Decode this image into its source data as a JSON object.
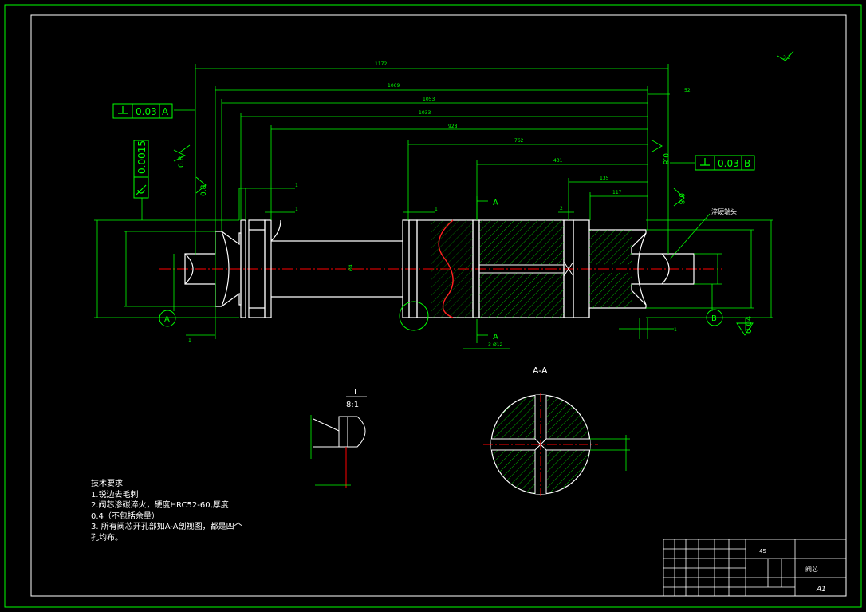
{
  "drawing": {
    "section_label": "A-A",
    "detail_marker": "I",
    "detail_title": "I",
    "detail_scale": "8:1",
    "datum_a": "A",
    "datum_b": "B",
    "section_arrow_label": "A"
  },
  "dimensions": {
    "overall": "1172",
    "d2": "1069",
    "d3": "1053",
    "d4": "1033",
    "d5": "928",
    "d6": "762",
    "d7": "431",
    "d8": "135",
    "d9": "117",
    "right_len": "52",
    "holes": "3-Ø12",
    "step_1": "1",
    "step_2": "2",
    "roughness_08": "0.8",
    "roughness_32": "3.2",
    "d_center": "Ø4",
    "callout": "淬硬端头"
  },
  "tolerances": {
    "perp_left_value": "0.03",
    "perp_left_datum": "A",
    "perp_right_value": "0.03",
    "perp_right_datum": "B",
    "cyl_value": "0.0015",
    "runout_value": "0.04"
  },
  "notes": {
    "title": "技术要求",
    "line1": "1.锐边去毛刺",
    "line2": "2.阀芯渗碳淬火，硬度HRC52-60,厚度",
    "line3": "0.4（不包括余量）",
    "line4": "3. 所有阀芯开孔部如A-A剖视图，都是四个",
    "line5": "孔均布。"
  },
  "title_block": {
    "material": "45",
    "part_name": "阀芯",
    "sheet": "A1"
  },
  "colors": {
    "frame": "#00ff00",
    "outline": "#ffffff",
    "dimension": "#00ff00",
    "centerline": "#ff0000",
    "hatch": "#00ff00"
  }
}
